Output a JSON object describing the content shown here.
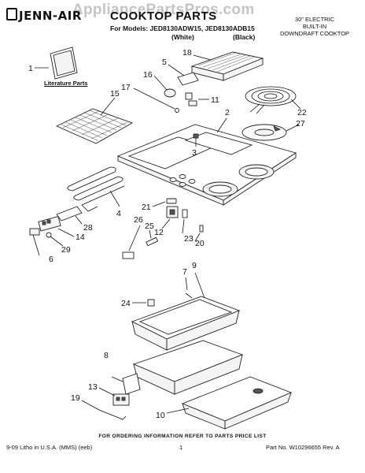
{
  "header": {
    "brand": "JENN-AIR",
    "title": "COOKTOP PARTS",
    "models": "For Models: JED8130ADW15, JED8130ADB15",
    "color_white": "(White)",
    "color_black": "(Black)",
    "product_line1": "30\" ELECTRIC",
    "product_line2": "BUILT-IN",
    "product_line3": "DOWNDRAFT COOKTOP"
  },
  "watermark": "AppliancePartsPros.com",
  "literature_label": "Literature Parts",
  "callouts": [
    "1",
    "2",
    "3",
    "4",
    "5",
    "6",
    "7",
    "8",
    "9",
    "10",
    "11",
    "12",
    "13",
    "14",
    "15",
    "16",
    "17",
    "18",
    "19",
    "20",
    "21",
    "22",
    "23",
    "24",
    "25",
    "26",
    "27",
    "28",
    "29"
  ],
  "footer": {
    "order_info": "FOR ORDERING INFORMATION REFER TO PARTS PRICE LIST",
    "litho": "9-09 Litho in U.S.A. (MMS) (eeb)",
    "page": "1",
    "part_no": "Part No. W10296655 Rev. A"
  }
}
